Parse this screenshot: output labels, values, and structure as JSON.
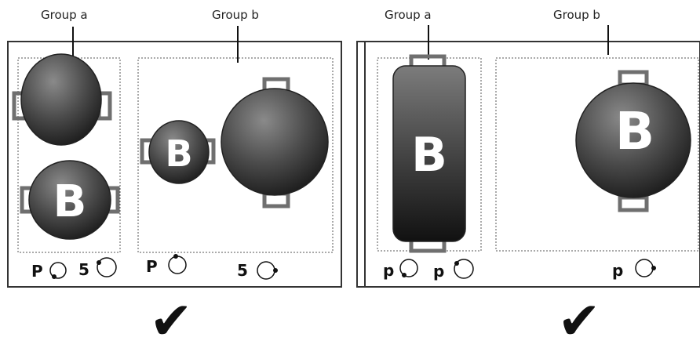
{
  "panels": [
    {
      "group_a_label": "Group a",
      "group_b_label": "Group b",
      "bowl_letter": "B",
      "indicators": [
        "P",
        "5",
        "P",
        "5"
      ],
      "check_mark": "✔"
    },
    {
      "group_a_label": "Group a",
      "group_b_label": "Group b",
      "bowl_letter": "B",
      "indicators": [
        "p",
        "p",
        "p"
      ],
      "check_mark": "✔"
    }
  ],
  "colors": {
    "bowl_dark": "#1f1f1f",
    "bowl_light": "#8a8a8a",
    "handle": "#6f6f6f",
    "frame": "#333333"
  }
}
